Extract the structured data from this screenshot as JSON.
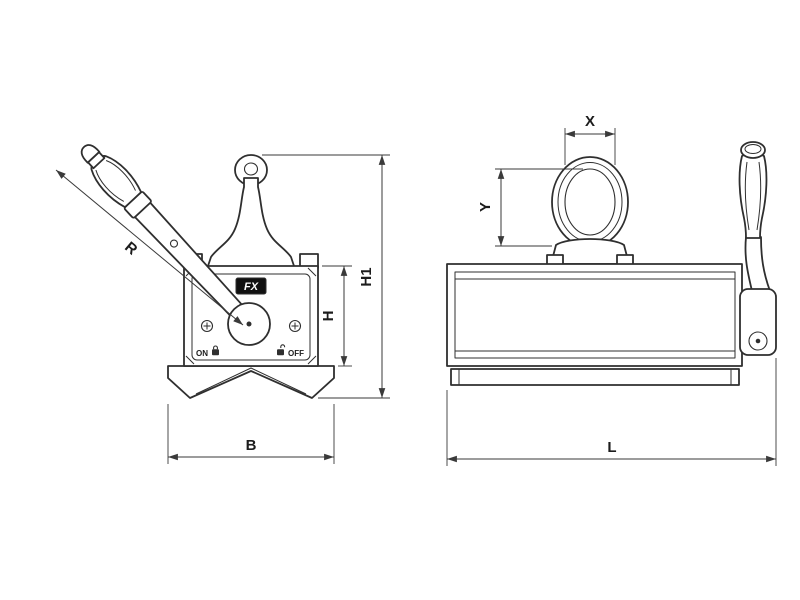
{
  "front_view": {
    "logo": "FX",
    "switch": {
      "on": "ON",
      "off": "OFF"
    },
    "dimensions": {
      "handle_radius": "R",
      "total_height": "H1",
      "body_height": "H",
      "base_width": "B"
    }
  },
  "side_view": {
    "dimensions": {
      "eye_width": "X",
      "eye_height": "Y",
      "body_length": "L"
    }
  },
  "colors": {
    "outline": "#2f2f2f",
    "dimension": "#3a3a3a",
    "logo_background": "#111111",
    "logo_text": "#ffffff",
    "background": "#ffffff"
  }
}
